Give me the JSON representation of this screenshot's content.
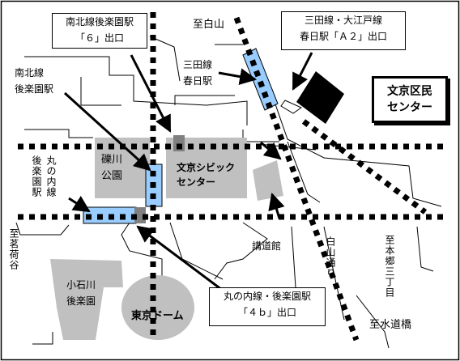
{
  "destinations": {
    "hakusan_north": "至白山",
    "myogadani": "至茗荷谷",
    "hongo": "至本郷三丁目",
    "suidobashi": "至水道橋"
  },
  "stations": {
    "namboku_korakuen": "南北線\n後楽園駅",
    "marunouchi_korakuen": "丸の内線\n後楽園駅",
    "mita_kasuga": "三田線\n春日駅"
  },
  "exits": {
    "exit6": "南北線後楽園駅\n「６」出口",
    "exitA2": "三田線・大江戸線\n春日駅「Ａ２」出口",
    "exit4b": "丸の内線・後楽園駅\n「４ｂ」出口"
  },
  "places": {
    "koishikawa_park": "礫川\n公園",
    "civic_center": "文京シビック\nセンター",
    "kodokan": "講道館",
    "koishikawa_korakuen": "小石川\n後楽園",
    "tokyo_dome": "東京ドーム",
    "hakusan_dori": "白山通り"
  },
  "target": {
    "name": "文京区民\nセンター"
  },
  "colors": {
    "station": "#99ccff",
    "block": "#c0c0c0",
    "exit_marker": "#808080",
    "target_building": "#000000"
  },
  "icons": [
    "arrow-icon"
  ]
}
